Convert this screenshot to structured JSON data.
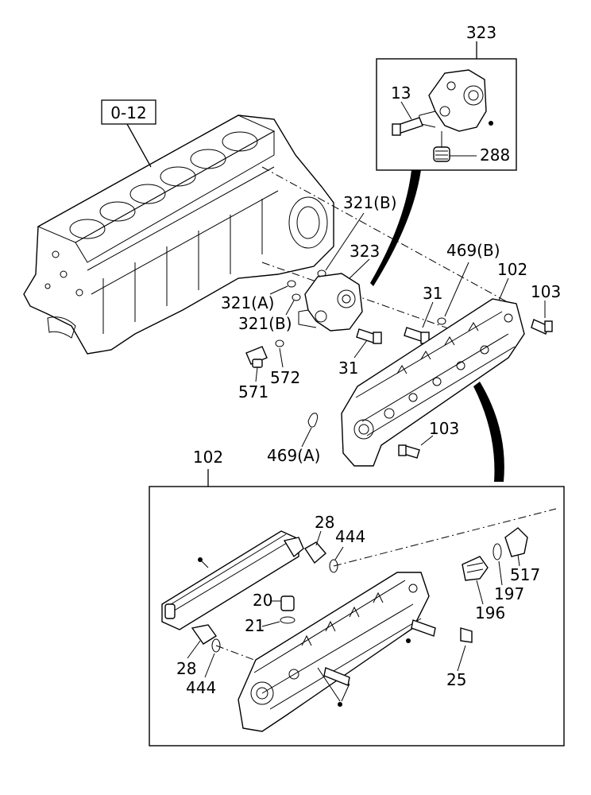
{
  "callouts": {
    "ref_block": "0-12",
    "detail_top_id": "323",
    "t13": "13",
    "t288": "288",
    "t321b_top": "321(B)",
    "t323": "323",
    "t469b": "469(B)",
    "t102": "102",
    "t103_top": "103",
    "t31_top": "31",
    "t321a": "321(A)",
    "t321b_mid": "321(B)",
    "t572": "572",
    "t571": "571",
    "t31_bot": "31",
    "t103_mid": "103",
    "t469a": "469(A)",
    "detail_bottom_id": "102",
    "t28_top": "28",
    "t444_top": "444",
    "t517": "517",
    "t197": "197",
    "t196": "196",
    "t20": "20",
    "t21": "21",
    "t28_bot": "28",
    "t444_bot": "444",
    "t25": "25"
  },
  "colors": {
    "ink": "#000000",
    "paper": "#ffffff"
  }
}
